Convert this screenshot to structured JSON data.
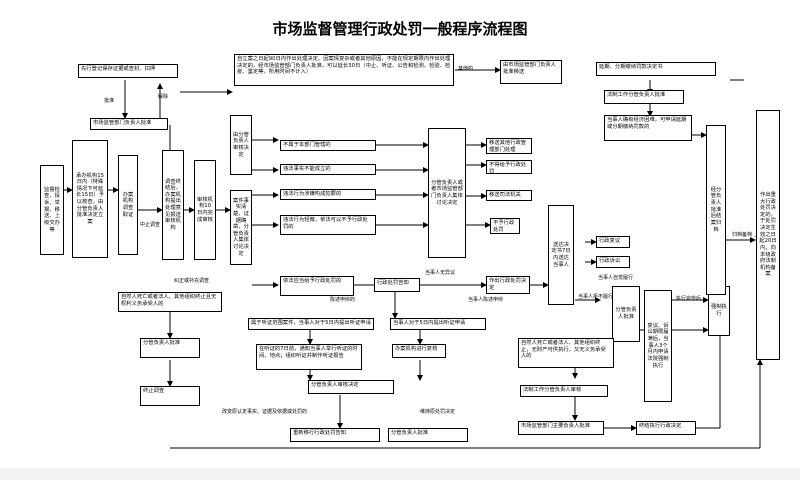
{
  "title": "市场监督管理行政处罚一般程序流程图",
  "boxes": {
    "b_transfer_evidence": "先行登记保存证据或查封、扣押",
    "b_dept_head_approve_top": "市场监管部门负责人批准",
    "b_case_filing": "承办机构15日内（特殊情况下可延长15日）予以核查，由分管负责人批准决定立案",
    "b_investigation": "办案机构调查取证",
    "b_investigation_end": "调查终结后，办案机构提出处理意见报送审核机构",
    "b_review": "审核机构10日内完成审核",
    "b_deadline_note": "自立案之日起90日内作出处理决定。因案情复杂或者其他原因，不能在规定期限内作出处理决定的，经市场监管部门负责人批准，可以延长30日（中止、听证、公告和检测、检验、检疫、鉴定等，所用时间不计入）",
    "b_no_jurisdiction_dept": "由市场监管部门负责人批准移送",
    "b_report_dept_head": "由分管负责人审核决定",
    "b_suspect_dept_head_review": "案件事实清楚、证据确凿，分管负责人集体讨论决定",
    "b_not_jurisdiction": "不属于本部门管辖的",
    "b_violation_not_exist": "违法事实不能成立的",
    "b_crime": "违法行为涉嫌构成犯罪的",
    "b_minor_no_penalty": "违法行为轻微，依法可以不予行政处罚的",
    "b_deserve_penalty": "依法应当给予行政处罚的",
    "b_dept_head_collective": "分管负责人或者市场监管部门负责人集体讨论决定",
    "b_transfer_other": "移送其他行政管理部门处理",
    "b_no_penalty_1": "不得给予行政处罚",
    "b_transfer_judicial": "移送司法机关",
    "b_no_penalty_2": "不予行政处罚",
    "b_penalty_notice": "行政处罚告知",
    "b_decision_penalty": "作出行政处罚决定",
    "b_service_party": "当事人无异议",
    "b_dead_or_terminate": "自然人死亡或者法人、其他组织终止且无权利义务承受人的",
    "b_dept_head_approve_mid": "分管负责人批准",
    "b_terminate_investigation": "终止调查",
    "b_hearing": "当事人对于5日内提出听证申请",
    "b_hearing_notice": "属于听证范围案件，当事人对于5日内提出听证申请",
    "b_hearing_held": "在听证的7日前，通知当事人举行听证的时间、地点；组织听证并制作听证报告",
    "b_statement": "办案机构进行复核",
    "b_dept_head_decision": "分管负责人审核决定",
    "b_approval_final": "分管负责人批准",
    "b_reexamination": "重新移行行政处罚告知",
    "b_service_decision": "送达决定书7日内送达当事人",
    "b_admin_reconsideration": "行政复议",
    "b_admin_litigation": "行政诉讼",
    "b_party_self_exec": "当事人自觉履行",
    "b_party_refuse": "当事人拒不履行",
    "b_forced_execution": "分管负责人批准",
    "b_enforcement": "强制执行",
    "b_apply_court": "复议、诉讼期限届满后，当事人3个月内申请法院强制执行",
    "b_postpone": "延期、分期缴纳罚款决定书",
    "b_dept_head_approve_right": "法制工作分管负责人批准",
    "b_party_apply_postpone": "当事人确有经济困难，可申请延期或分期缴纳罚款的",
    "b_dept_head_approve_right2": "经分管负责人批准后结案归档",
    "b_case_archive": "结案后",
    "b_major_case": "作出重大行政处罚决定的，于处罚决定生效之日起20日内，向本级政府法制机构备案",
    "b_dead_bottom": "自然人死亡或者法人、其他组织终止，无财产可供执行，又无义务承受人的",
    "b_legal_review": "法制工作分管负责人审核",
    "b_dept_head_bottom": "市场监管部门主要负责人批准",
    "b_execution_done": "终结执行行政决定",
    "b_other_source": "监督检查、投诉、举报、移送、上级交办等"
  },
  "labels": {
    "l_approve": "批准",
    "l_seize": "解除",
    "l_transfer": "移送",
    "l_other_report": "其他的",
    "l_major": "送分管负责人审核",
    "l_accept": "中止调查",
    "l_correct": "纠正或补充调查",
    "l_statement_review": "陈述申辩的",
    "l_party_no_objection": "当事人无异议",
    "l_party_objection": "当事人陈述申辩",
    "l_change_decision": "改变原认定事实、证据及依据或处罚的",
    "l_other": "维持原处罚决定",
    "l_decision_yes": "执行完毕后",
    "l_filing": "归档备档"
  }
}
